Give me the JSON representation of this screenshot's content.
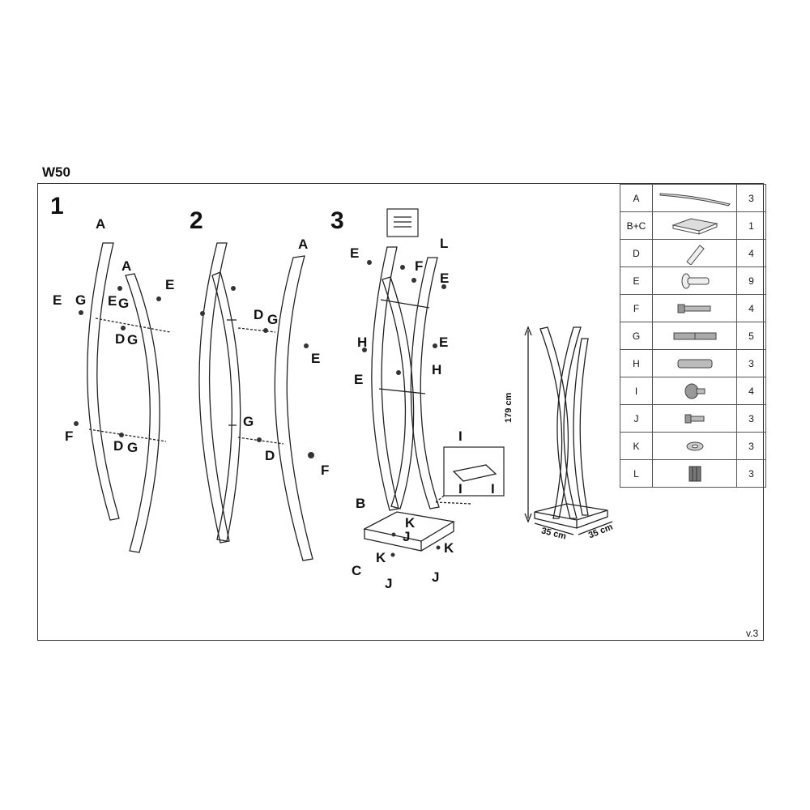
{
  "title": "W50",
  "version": "v.3",
  "steps": [
    "1",
    "2",
    "3"
  ],
  "labels": {
    "step1": [
      "A",
      "A",
      "E",
      "E",
      "G",
      "E",
      "G",
      "D",
      "G",
      "F",
      "D",
      "G"
    ],
    "step2": [
      "A",
      "D",
      "G",
      "E",
      "G",
      "D",
      "F"
    ],
    "step3": [
      "E",
      "F",
      "L",
      "E",
      "H",
      "E",
      "E",
      "H",
      "I",
      "I",
      "I",
      "B",
      "K",
      "J",
      "K",
      "K",
      "C",
      "J",
      "J"
    ]
  },
  "dimensions": {
    "height": "179 cm",
    "width": "35 cm",
    "depth": "35 cm"
  },
  "parts": [
    {
      "code": "A",
      "icon": "curved-leg-icon",
      "qty": "3"
    },
    {
      "code": "B+C",
      "icon": "square-base-icon",
      "qty": "1"
    },
    {
      "code": "D",
      "icon": "rod-icon",
      "qty": "4"
    },
    {
      "code": "E",
      "icon": "hook-peg-icon",
      "qty": "9"
    },
    {
      "code": "F",
      "icon": "bolt-icon",
      "qty": "4"
    },
    {
      "code": "G",
      "icon": "double-threaded-screw-icon",
      "qty": "5"
    },
    {
      "code": "H",
      "icon": "threaded-stud-icon",
      "qty": "3"
    },
    {
      "code": "I",
      "icon": "cap-screw-icon",
      "qty": "4"
    },
    {
      "code": "J",
      "icon": "short-screw-icon",
      "qty": "3"
    },
    {
      "code": "K",
      "icon": "washer-icon",
      "qty": "3"
    },
    {
      "code": "L",
      "icon": "end-cap-icon",
      "qty": "3"
    }
  ]
}
